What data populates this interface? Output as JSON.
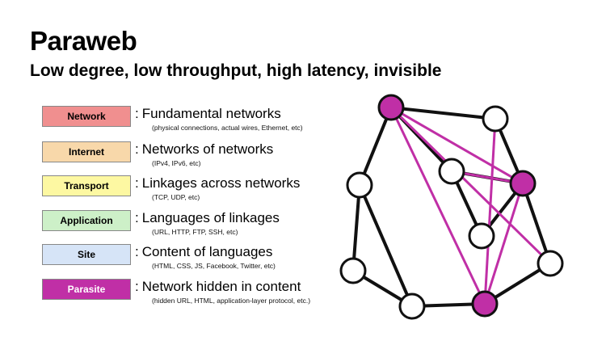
{
  "title": "Paraweb",
  "subtitle": "Low degree, low throughput, high latency, invisible",
  "layers": [
    {
      "name": "Network",
      "color": "#f08f8f",
      "text_color": "#000000",
      "description": "Fundamental networks",
      "detail": "(physical connections, actual wires, Ethernet, etc)"
    },
    {
      "name": "Internet",
      "color": "#f8d8aa",
      "text_color": "#000000",
      "description": "Networks of networks",
      "detail": "(IPv4, IPv6, etc)"
    },
    {
      "name": "Transport",
      "color": "#fdf8a2",
      "text_color": "#000000",
      "description": "Linkages across networks",
      "detail": "(TCP, UDP, etc)"
    },
    {
      "name": "Application",
      "color": "#cdf0c8",
      "text_color": "#000000",
      "description": "Languages of linkages",
      "detail": "(URL, HTTP, FTP, SSH, etc)"
    },
    {
      "name": "Site",
      "color": "#d6e4f7",
      "text_color": "#000000",
      "description": "Content of languages",
      "detail": "(HTML, CSS, JS, Facebook, Twitter, etc)"
    },
    {
      "name": "Parasite",
      "color": "#c02fa6",
      "text_color": "#ffffff",
      "description": "Network hidden in content",
      "detail": "(hidden URL, HTML, application-layer protocol, etc.)"
    }
  ],
  "colon": ":",
  "graph": {
    "node_fill": "#ffffff",
    "parasite_node_fill": "#c02fa6",
    "edge_color": "#111111",
    "parasite_edge_color": "#c02fa6"
  }
}
